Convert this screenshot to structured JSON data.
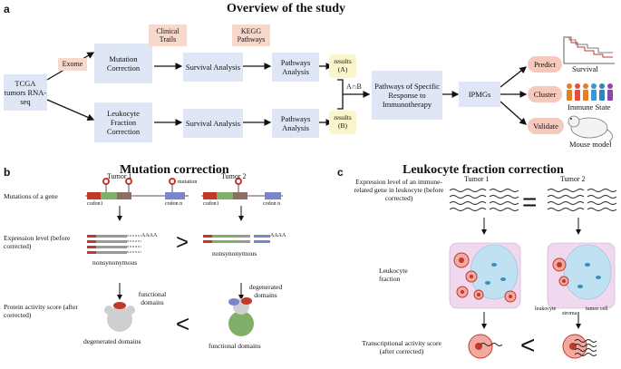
{
  "panel_a": {
    "letter": "a",
    "title": "Overview of the study",
    "tcga": "TCGA tumors RNA-seq",
    "exome": "Exome",
    "mutation_correction": "Mutation Correction",
    "leukocyte_correction": "Leukocyte Fraction Correction",
    "clinical_trails": "Clinical Trails",
    "kegg": "KEGG Pathways",
    "survival_top": "Survival Analysis",
    "survival_bottom": "Survival Analysis",
    "pathways_top": "Pathways Analysis",
    "pathways_bottom": "Pathways Analysis",
    "results_a": "results (A)",
    "results_b": "results (B)",
    "intersection": "A∩B",
    "specific": "Pathways of Specific Response to Immunotherapy",
    "ipmgs": "IPMGs",
    "predict": "Predict",
    "cluster": "Cluster",
    "validate": "Validate",
    "survival_label": "Survival",
    "immune_label": "Immune State",
    "mouse_label": "Mouse model"
  },
  "panel_b": {
    "letter": "b",
    "title": "Mutation correction",
    "tumor1": "Tumor 1",
    "tumor2": "Tumor 2",
    "mutations_label": "Mutations of a gene",
    "mutation": "mutation",
    "codon1_left": "codon1",
    "codon_n_left": "codon n",
    "codon1_right": "codon1",
    "codon_n_right": "codon n",
    "expr_label": "Expression level (before corrected)",
    "aaaa": "AAAA",
    "nonsyn1": "nonsynonymous",
    "nonsyn2": "nonsynonymous",
    "greater": ">",
    "protein_label": "Protein activity score (after corrected)",
    "functional_domains": "functional domains",
    "degenerated_domains_top": "degenerated domains",
    "degenerated_domains_bottom": "degenerated domains",
    "functional_domains_bottom": "functional domains",
    "less": "<"
  },
  "panel_c": {
    "letter": "c",
    "title": "Leukocyte fraction correction",
    "tumor1": "Tumor 1",
    "tumor2": "Tumor 2",
    "expr_label": "Expression level of an immune-related gene in leukocyte (before corrected)",
    "equals": "=",
    "leuk_label": "Leukocyte fraction",
    "leukocyte": "leukocyte",
    "stroma": "stroma",
    "tumor_cell": "tumor cell",
    "trans_label": "Transcriptional activity score (after corrected)",
    "less": "<"
  },
  "colors": {
    "box": "#dfe6f5",
    "tag": "#f9d8cc",
    "result": "#fbf5cc",
    "pill": "#f6c9bd",
    "red": "#c0392b"
  }
}
